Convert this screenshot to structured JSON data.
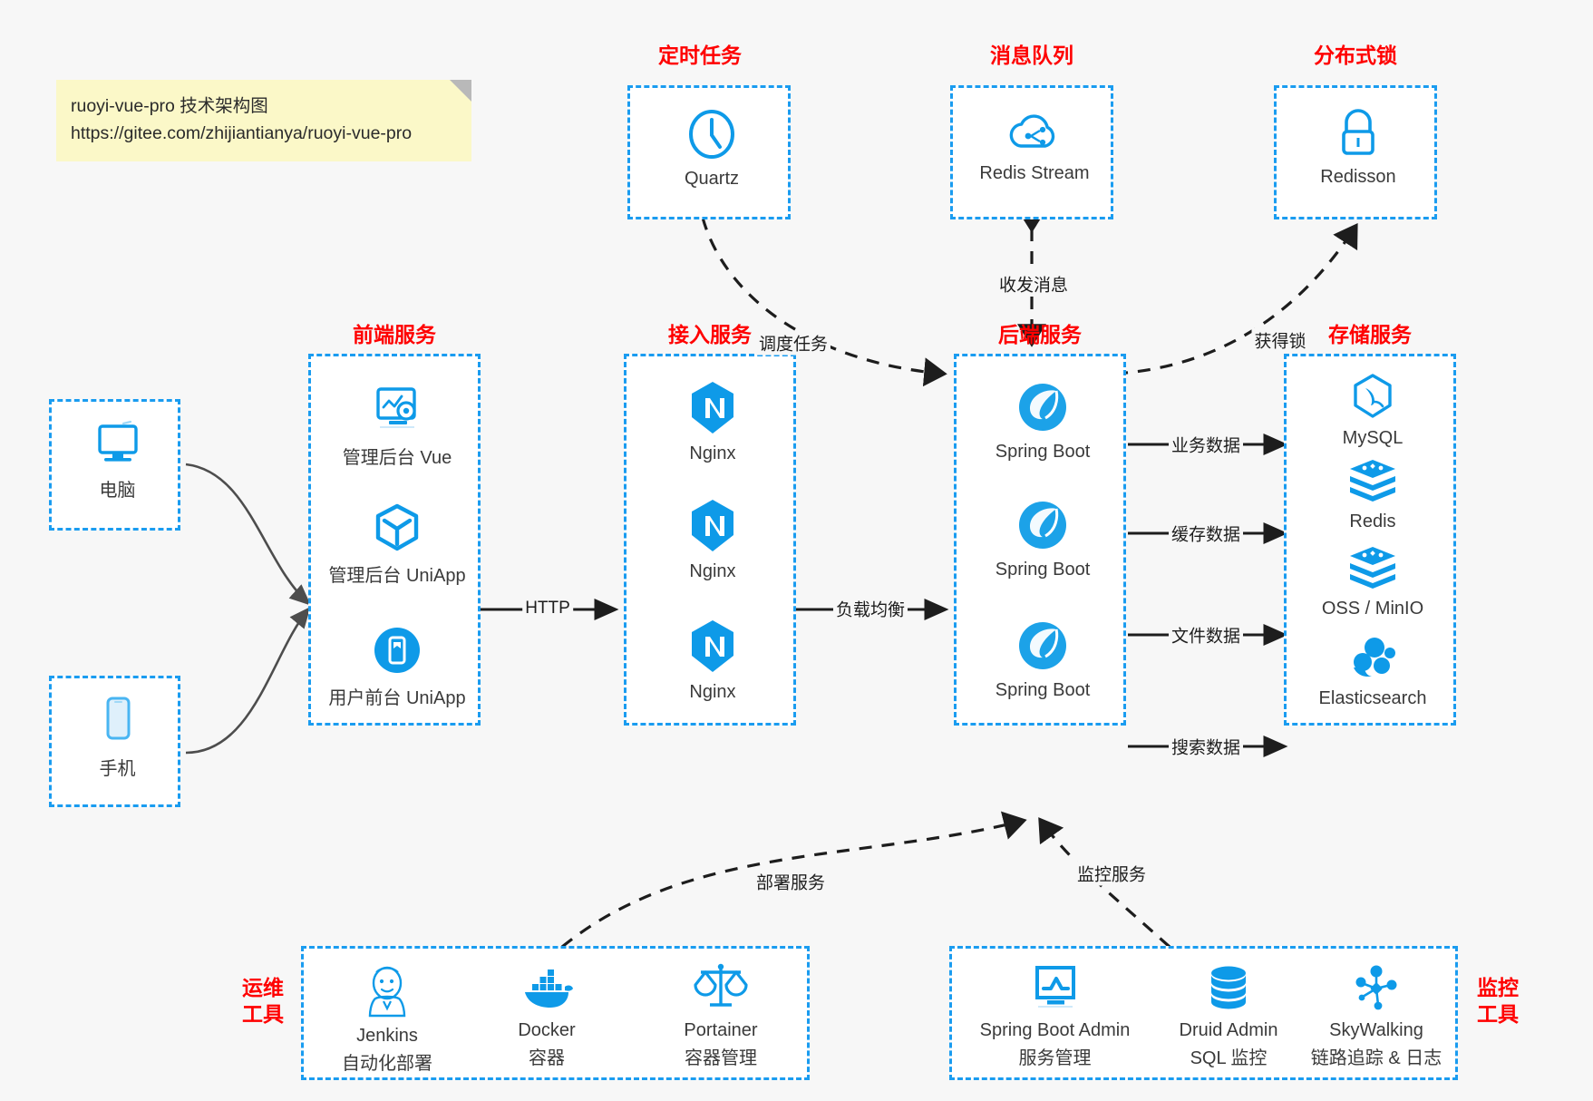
{
  "note": {
    "title": "ruoyi-vue-pro 技术架构图",
    "url": "https://gitee.com/zhijiantianya/ruoyi-vue-pro"
  },
  "colors": {
    "accent_blue": "#1a9cf0",
    "icon_blue": "#0e9ae8",
    "group_title_red": "#ff0000",
    "background": "#f7f7f7",
    "note_yellow": "#fbf8c8",
    "arrow_gray": "#4d4d4d",
    "arrow_black": "#1d1d1d"
  },
  "groups": {
    "scheduler": {
      "title": "定时任务",
      "nodes": [
        {
          "label": "Quartz",
          "icon": "clock-icon"
        }
      ]
    },
    "mq": {
      "title": "消息队列",
      "nodes": [
        {
          "label": "Redis Stream",
          "icon": "cloud-stream-icon"
        }
      ]
    },
    "lock": {
      "title": "分布式锁",
      "nodes": [
        {
          "label": "Redisson",
          "icon": "lock-icon"
        }
      ]
    },
    "devices": {
      "nodes": [
        {
          "label": "电脑",
          "icon": "desktop-icon"
        },
        {
          "label": "手机",
          "icon": "phone-icon"
        }
      ]
    },
    "frontend": {
      "title": "前端服务",
      "nodes": [
        {
          "label": "管理后台 Vue",
          "icon": "dashboard-gear-icon"
        },
        {
          "label": "管理后台 UniApp",
          "icon": "cube-icon"
        },
        {
          "label": "用户前台 UniApp",
          "icon": "mobile-app-icon"
        }
      ]
    },
    "gateway": {
      "title": "接入服务",
      "nodes": [
        {
          "label": "Nginx",
          "icon": "nginx-icon"
        },
        {
          "label": "Nginx",
          "icon": "nginx-icon"
        },
        {
          "label": "Nginx",
          "icon": "nginx-icon"
        }
      ]
    },
    "backend": {
      "title": "后端服务",
      "nodes": [
        {
          "label": "Spring Boot",
          "icon": "spring-boot-icon"
        },
        {
          "label": "Spring Boot",
          "icon": "spring-boot-icon"
        },
        {
          "label": "Spring Boot",
          "icon": "spring-boot-icon"
        }
      ]
    },
    "storage": {
      "title": "存储服务",
      "nodes": [
        {
          "label": "MySQL",
          "icon": "mysql-icon"
        },
        {
          "label": "Redis",
          "icon": "redis-icon"
        },
        {
          "label": "OSS / MinIO",
          "icon": "oss-icon"
        },
        {
          "label": "Elasticsearch",
          "icon": "elasticsearch-icon"
        }
      ]
    },
    "devops": {
      "title": "运维\n工具",
      "title_lines": [
        "运维",
        "工具"
      ],
      "nodes": [
        {
          "label": "Jenkins",
          "sublabel": "自动化部署",
          "icon": "jenkins-icon"
        },
        {
          "label": "Docker",
          "sublabel": "容器",
          "icon": "docker-icon"
        },
        {
          "label": "Portainer",
          "sublabel": "容器管理",
          "icon": "scales-icon"
        }
      ]
    },
    "monitor": {
      "title_lines": [
        "监控",
        "工具"
      ],
      "nodes": [
        {
          "label": "Spring Boot Admin",
          "sublabel": "服务管理",
          "icon": "monitor-chart-icon"
        },
        {
          "label": "Druid Admin",
          "sublabel": "SQL 监控",
          "icon": "database-icon"
        },
        {
          "label": "SkyWalking",
          "sublabel": "链路追踪 & 日志",
          "icon": "skywalking-icon"
        }
      ]
    }
  },
  "edges": [
    {
      "id": "schedule-task",
      "label": "调度任务",
      "style": "dashed"
    },
    {
      "id": "mq-messages",
      "label": "收发消息",
      "style": "dashed"
    },
    {
      "id": "acquire-lock",
      "label": "获得锁",
      "style": "dashed"
    },
    {
      "id": "http",
      "label": "HTTP",
      "style": "solid"
    },
    {
      "id": "load-balance",
      "label": "负载均衡",
      "style": "solid"
    },
    {
      "id": "business-data",
      "label": "业务数据",
      "style": "solid"
    },
    {
      "id": "cache-data",
      "label": "缓存数据",
      "style": "solid"
    },
    {
      "id": "file-data",
      "label": "文件数据",
      "style": "solid"
    },
    {
      "id": "search-data",
      "label": "搜索数据",
      "style": "solid"
    },
    {
      "id": "deploy-service",
      "label": "部署服务",
      "style": "dashed"
    },
    {
      "id": "monitor-service",
      "label": "监控服务",
      "style": "dashed"
    }
  ]
}
